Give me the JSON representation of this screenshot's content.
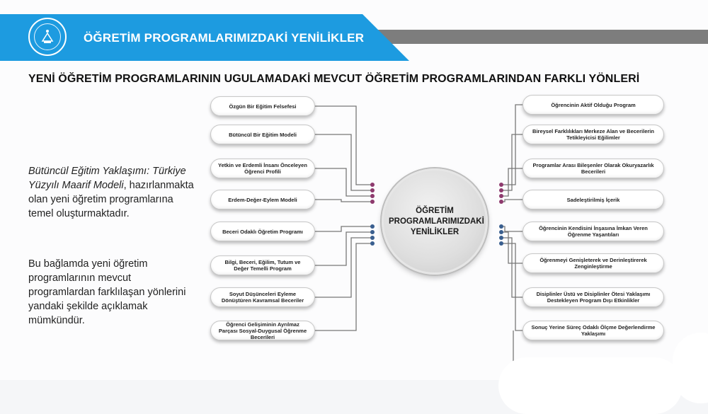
{
  "header": {
    "banner_title": "ÖĞRETİM PROGRAMLARIMIZDAKİ YENİLİKLER",
    "logo_icon": "ministry-emblem-icon",
    "accent_color": "#1d9be0"
  },
  "main_heading": "YENİ ÖĞRETİM PROGRAMLARININ UGULAMADAKİ MEVCUT ÖĞRETİM PROGRAMLARINDAN  FARKLI YÖNLERİ",
  "left_text": {
    "p1_italic": "Bütüncül Eğitim Yaklaşımı: Türkiye Yüzyılı Maarif Modeli",
    "p1_rest": ", hazırlanmakta olan yeni öğretim programlarına temel oluşturmaktadır.",
    "p2": "Bu bağlamda yeni öğretim programlarının mevcut programlardan farklılaşan yönlerini yandaki şekilde açıklamak mümkündür."
  },
  "center": {
    "label": "ÖĞRETİM PROGRAMLARIMIZDAKİ YENİLİKLER"
  },
  "left_items": [
    "Özgün Bir Eğitim Felsefesi",
    "Bütüncül Bir Eğitim Modeli",
    "Yetkin ve Erdemli İnsanı Önceleyen Öğrenci Profili",
    "Erdem-Değer-Eylem Modeli",
    "Beceri Odaklı Öğretim Programı",
    "Bilgi, Beceri, Eğilim, Tutum ve Değer Temelli Program",
    "Soyut Düşünceleri Eyleme Dönüştüren Kavramsal Beceriler",
    "Öğrenci Gelişiminin Ayrılmaz Parçası Sosyal-Duygusal Öğrenme Becerileri"
  ],
  "right_items": [
    "Öğrencinin Aktif Olduğu Program",
    "Bireysel Farklılıkları Merkeze Alan ve Becerilerin Tetikleyicisi Eğilimler",
    "Programlar Arası Bileşenler Olarak Okuryazarlık Becerileri",
    "Sadeleştirilmiş İçerik",
    "Öğrencinin Kendisini İnşasına İmkan Veren Öğrenme Yaşantıları",
    "Öğrenmeyi Genişleterek ve Derinleştirerek Zenginleştirme",
    "Disiplinler Üstü ve Disiplinler Ötesi Yaklaşımı Destekleyen Program Dışı Etkinlikler",
    "Sonuç Yerine Süreç Odaklı Ölçme Değerlendirme Yaklaşımı"
  ],
  "colors": {
    "dot_upper": "#8e3a6e",
    "dot_lower": "#3a5f8f",
    "line": "#777777"
  }
}
